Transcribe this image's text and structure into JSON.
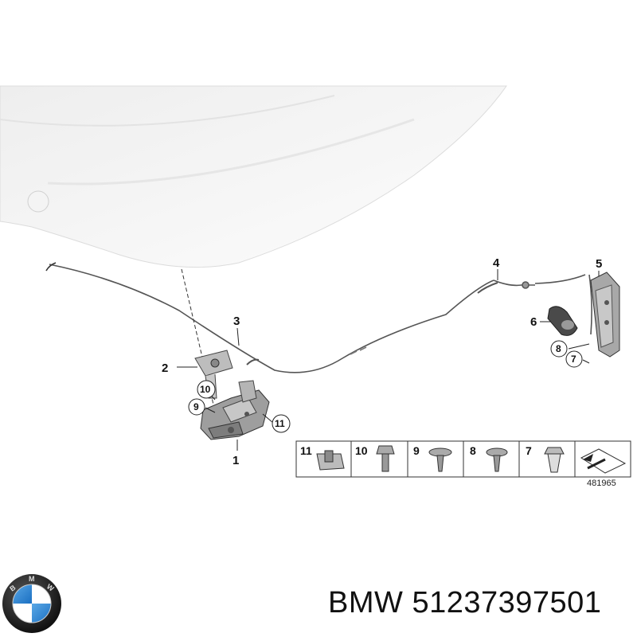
{
  "callouts": {
    "c1": "1",
    "c2": "2",
    "c3": "3",
    "c4": "4",
    "c5": "5",
    "c6": "6",
    "c7": "7",
    "c8": "8",
    "c9": "9",
    "c10": "10",
    "c11": "11"
  },
  "legend": {
    "items": [
      {
        "num": "11",
        "part": "spring-nut"
      },
      {
        "num": "10",
        "part": "hex-bolt"
      },
      {
        "num": "9",
        "part": "flange-screw"
      },
      {
        "num": "8",
        "part": "flange-screw"
      },
      {
        "num": "7",
        "part": "expanding-nut"
      }
    ],
    "ref_number": "481965"
  },
  "logo": {
    "brand": "BMW"
  },
  "caption": {
    "brand": "BMW",
    "part_number": "51237397501"
  }
}
